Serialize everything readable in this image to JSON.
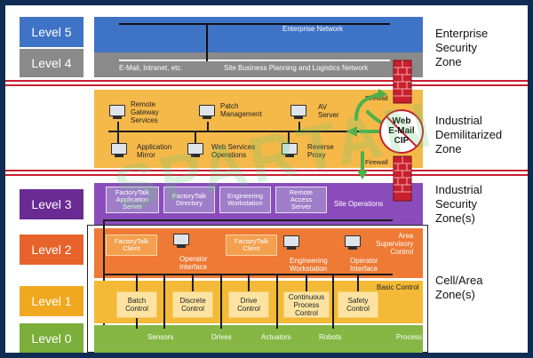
{
  "levels": {
    "l5": "Level 5",
    "l4": "Level 4",
    "l3": "Level 3",
    "l2": "Level 2",
    "l1": "Level 1",
    "l0": "Level 0"
  },
  "zones": {
    "enterprise": "Enterprise\nSecurity\nZone",
    "dmz": "Industrial\nDemilitarized\nZone",
    "industrial": "Industrial\nSecurity\nZone(s)",
    "cell": "Cell/Area\nZone(s)"
  },
  "enterprise": {
    "network": "Enterprise Network",
    "email": "E-Mail, Intranet, etc.",
    "planning": "Site Business Planning and Logistics Network"
  },
  "dmz": {
    "remote_gateway": "Remote\nGateway\nServices",
    "patch": "Patch\nManagement",
    "av": "AV\nServer",
    "app_mirror": "Application\nMirror",
    "web_services": "Web Services\nOperations",
    "reverse_proxy": "Reverse\nProxy",
    "firewall_top": "Firewall",
    "firewall_bottom": "Firewall",
    "cloud": "Web\nE-Mail\nCIP"
  },
  "level3": {
    "ft_app": "FactoryTalk\nApplication\nServer",
    "ft_dir": "FactoryTalk\nDirectory",
    "eng_ws": "Engineering\nWorkstation",
    "remote_access": "Remote\nAccess\nServer",
    "site_ops": "Site Operations"
  },
  "level2": {
    "ft_client1": "FactoryTalk\nClient",
    "op_if1": "Operator\nInterface",
    "ft_client2": "FactoryTalk\nClient",
    "eng_ws": "Engineering\nWorkstation",
    "op_if2": "Operator\nInterface",
    "area": "Area\nSupervisory\nControl"
  },
  "level1": {
    "batch": "Batch\nControl",
    "discrete": "Discrete\nControl",
    "drive": "Drive\nControl",
    "continuous": "Continuous\nProcess\nControl",
    "safety": "Safety\nControl",
    "basic": "Basic Control"
  },
  "level0": {
    "sensors": "Sensors",
    "drives": "Drives",
    "actuators": "Actuators",
    "robots": "Robots",
    "process": "Process"
  },
  "watermark": "SPARTAN",
  "colors": {
    "l5": "#3f73c6",
    "l4": "#8a8a8a",
    "l3": "#6a2a94",
    "l2": "#e8622c",
    "l1": "#f0a821",
    "l0": "#7bae3a",
    "firewall": "#c8202f",
    "arrow": "#4db04a"
  }
}
